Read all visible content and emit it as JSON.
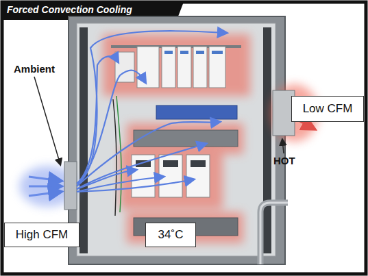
{
  "diagram": {
    "title": "Forced Convection Cooling",
    "nodes": [
      {
        "text": [
          "Low CFM"
        ]
      },
      {
        "text": [
          "High CFM"
        ]
      },
      {
        "text": [
          "34˚C"
        ]
      }
    ],
    "labels": [
      "Ambient",
      "HOT"
    ]
  }
}
